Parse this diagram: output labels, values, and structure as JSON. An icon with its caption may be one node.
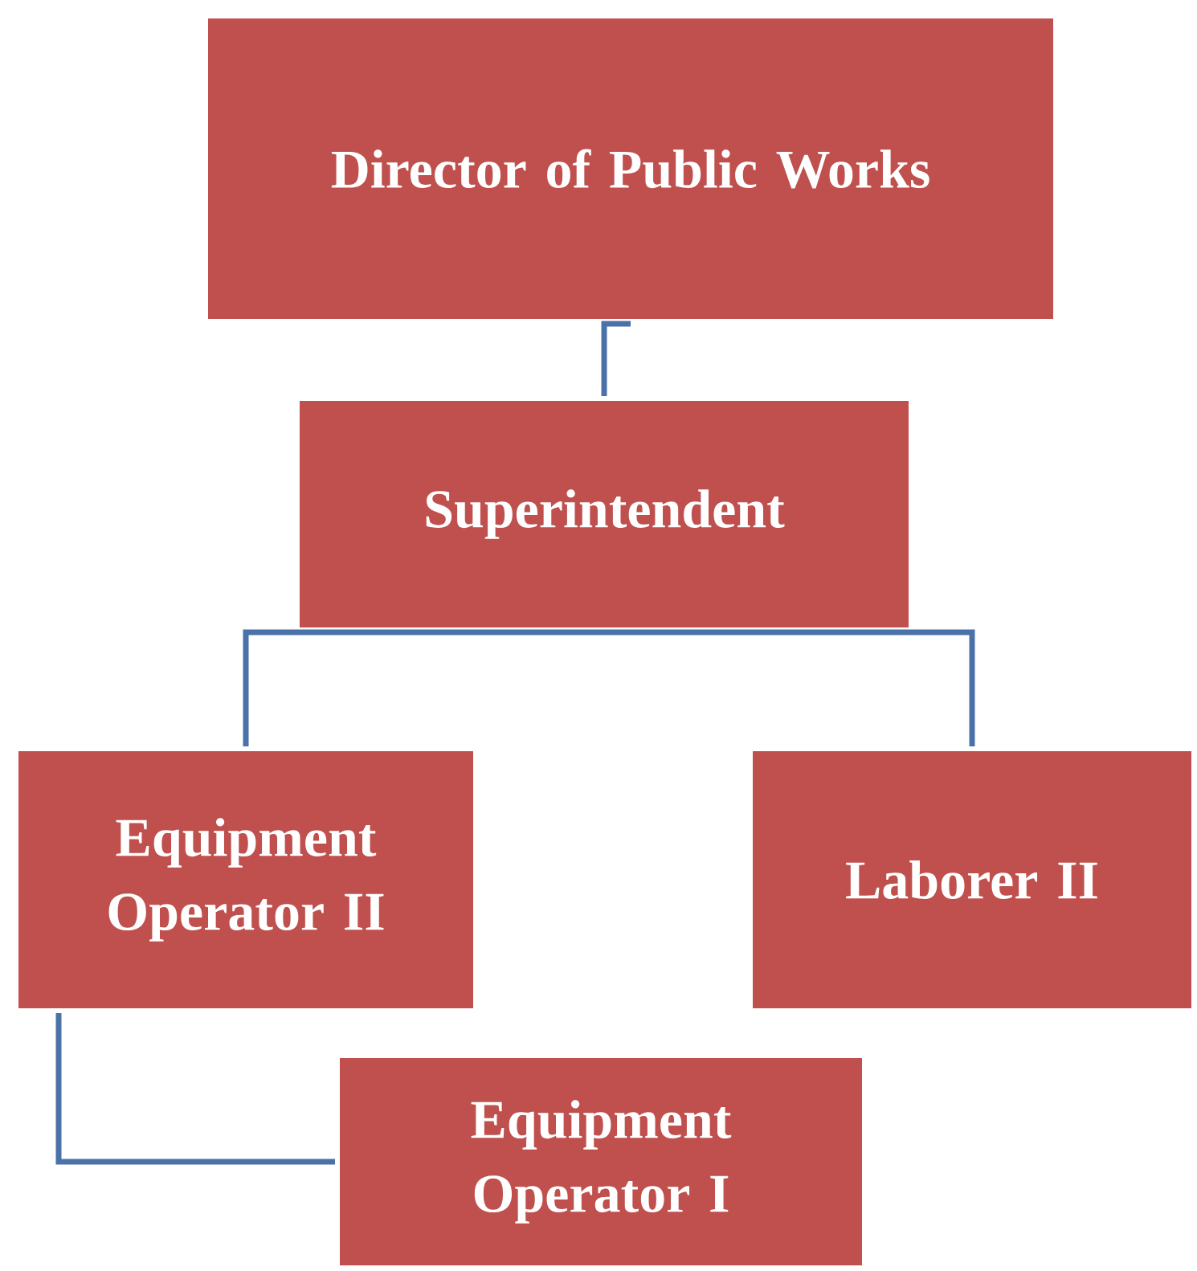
{
  "diagram": {
    "nodes": [
      {
        "text": [
          "Director of Public Works"
        ]
      },
      {
        "text": [
          "Superintendent"
        ]
      },
      {
        "text": [
          "Equipment Operator II"
        ]
      },
      {
        "text": [
          "Laborer II"
        ]
      },
      {
        "text": [
          "Equipment Operator I"
        ]
      }
    ],
    "edges": [
      {
        "from": 0,
        "to": 1,
        "arrow": "none"
      },
      {
        "from": 1,
        "to": 2,
        "arrow": "none"
      },
      {
        "from": 1,
        "to": 3,
        "arrow": "none"
      },
      {
        "from": 2,
        "to": 4,
        "arrow": "none"
      }
    ]
  }
}
